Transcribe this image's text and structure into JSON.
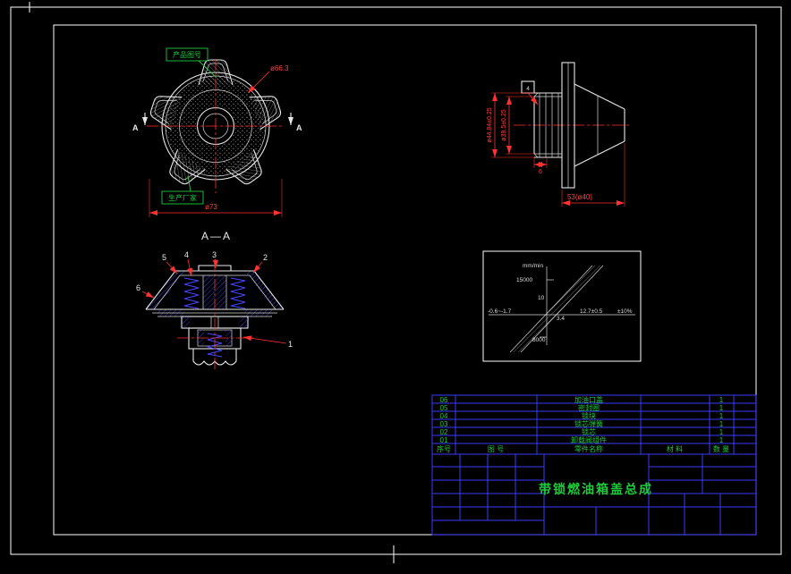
{
  "colors": {
    "background": "#000000",
    "outline": "#e8e8e8",
    "dimension": "#ff3232",
    "annotation_green": "#1ecb3c",
    "table_blue": "#3a3aff",
    "hatch_blue": "#4646ff"
  },
  "top_view": {
    "label_product": "产品图号",
    "label_manufacturer": "生产厂家",
    "dim_knurl": "ø66.3",
    "dim_outer": "ø73",
    "section_mark_left": "A",
    "section_mark_right": "A"
  },
  "section_view": {
    "title": "A—A",
    "callouts": [
      "5",
      "4",
      "3",
      "2",
      "6",
      "1"
    ]
  },
  "side_view": {
    "dim_boxed": "4",
    "dim_outer_dia": "ø44.84±0.25",
    "dim_inner_dia": "ø39.5±0.25",
    "dim_thread": "6",
    "dim_length": "53(ø40)"
  },
  "flow_graph": {
    "unit": "mm/min",
    "upper_value": "15000",
    "lower_value": "8000",
    "band_width": "10",
    "left_tol": "-0.6~-1.7",
    "mid_value": "3.4",
    "x_value": "12.7±0.5",
    "tolerance": "±10%"
  },
  "parts_table": {
    "headers": {
      "no": "序号",
      "drawing_no": "图 号",
      "part_name": "零件名称",
      "material": "材 料",
      "qty": "数 量"
    },
    "rows": [
      {
        "no": "06",
        "name": "加油口盖",
        "qty": "1"
      },
      {
        "no": "05",
        "name": "密封圈",
        "qty": "1"
      },
      {
        "no": "04",
        "name": "锁块",
        "qty": "1"
      },
      {
        "no": "03",
        "name": "锁芯弹簧",
        "qty": "1"
      },
      {
        "no": "02",
        "name": "锁芯",
        "qty": "1"
      },
      {
        "no": "01",
        "name": "卸载阀组件",
        "qty": "1"
      }
    ]
  },
  "title_block": {
    "title": "带锁燃油箱盖总成"
  }
}
